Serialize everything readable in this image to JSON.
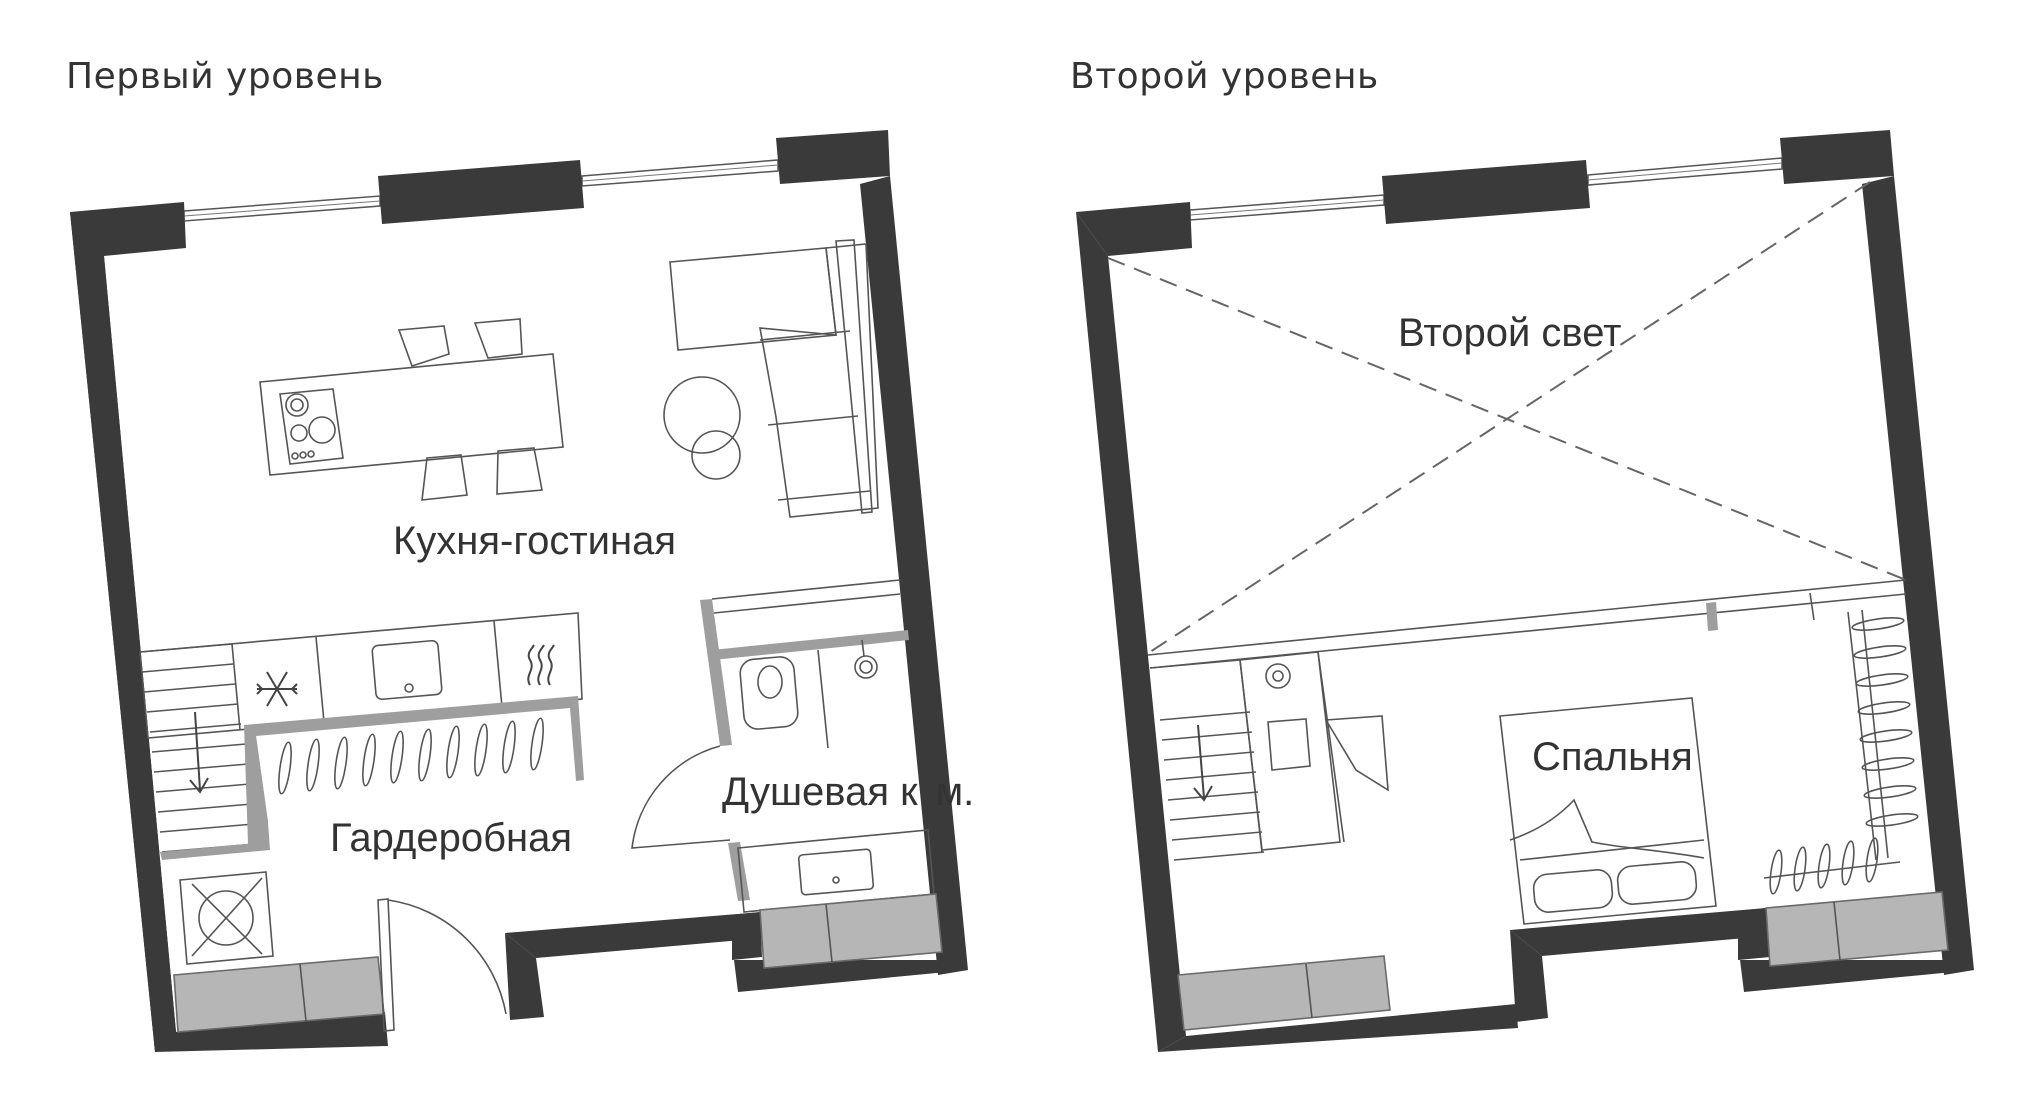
{
  "titles": {
    "first_level": "Первый уровень",
    "second_level": "Второй уровень"
  },
  "rooms": {
    "kitchen_living": "Кухня-гостиная",
    "wardrobe": "Гардеробная",
    "shower_room": "Душевая к",
    "shower_room_tail": "м.",
    "second_light": "Второй свет",
    "bedroom": "Спальня"
  },
  "colors": {
    "wall": "#3a3a3a",
    "partition": "#9e9e9e",
    "cabinet": "#b6b6b6",
    "text": "#333333",
    "background": "#ffffff"
  },
  "icons": [
    "snowflake-icon",
    "heat-wave-icon",
    "arrow-down-icon"
  ]
}
